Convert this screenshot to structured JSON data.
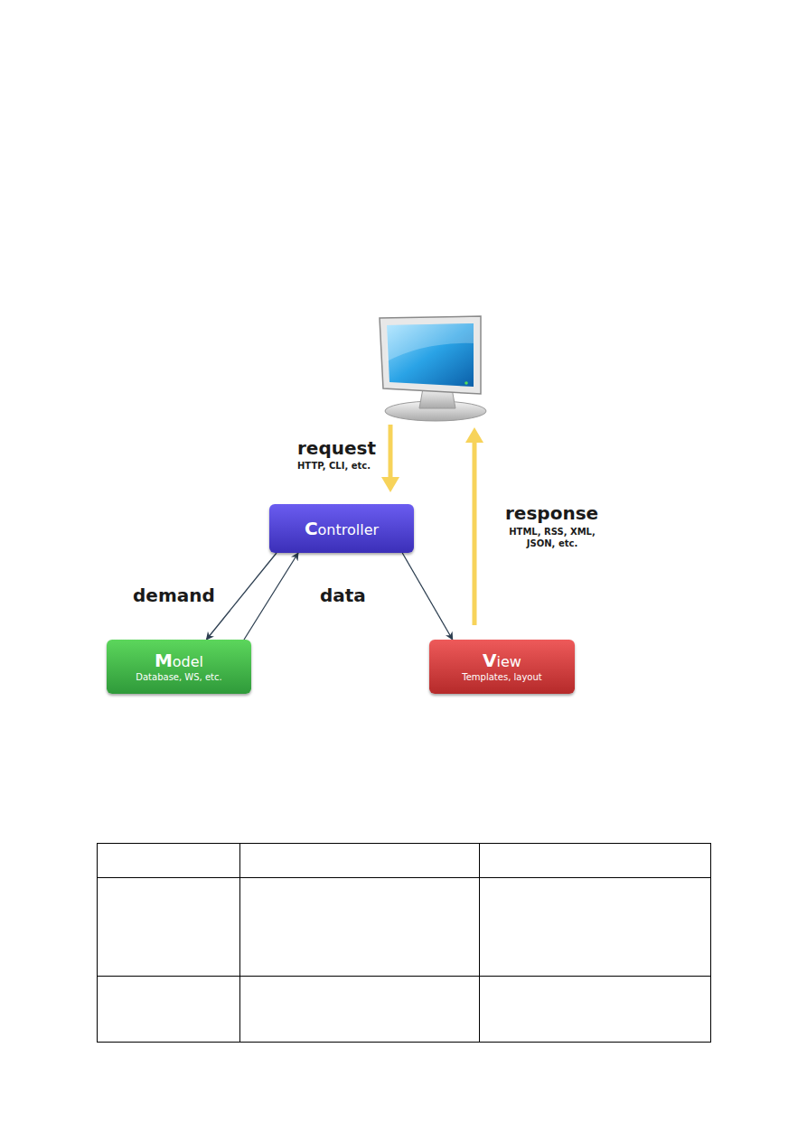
{
  "diagram": {
    "nodes": [
      {
        "text": [
          "Controller"
        ]
      },
      {
        "text": [
          "Model",
          "Database, WS, etc."
        ]
      },
      {
        "text": [
          "View",
          "Templates, layout"
        ]
      }
    ],
    "edges": [
      {
        "from": 0,
        "to": 1,
        "arrow": "to"
      },
      {
        "from": 1,
        "to": 0,
        "arrow": "to"
      },
      {
        "from": 0,
        "to": 2,
        "arrow": "to"
      }
    ],
    "labels": [
      "request",
      "HTTP, CLI, etc.",
      "response",
      "HTML, RSS, XML, JSON, etc.",
      "demand",
      "data"
    ]
  }
}
